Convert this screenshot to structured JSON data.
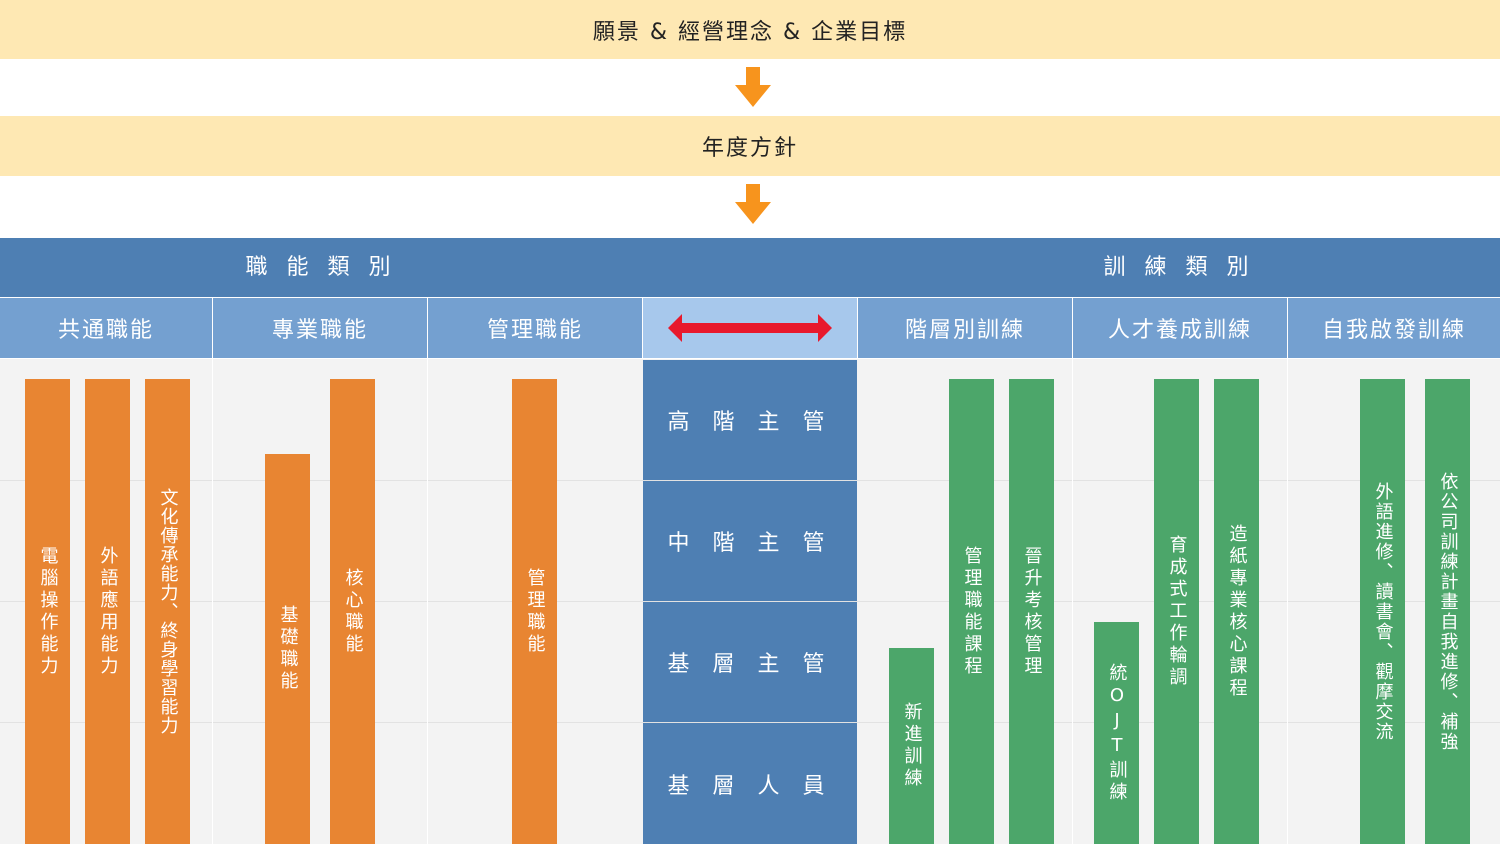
{
  "flow": {
    "vision": "願景 & 經營理念 & 企業目標",
    "annual": "年度方針"
  },
  "header": {
    "function_category": "職 能 類 別",
    "training_category": "訓 練 類 別"
  },
  "subheaders": {
    "common": "共通職能",
    "professional": "專業職能",
    "management": "管理職能",
    "hierarchy": "階層別訓練",
    "talent": "人才養成訓練",
    "self": "自我啟發訓練"
  },
  "levels": [
    "高 階 主 管",
    "中 階 主 管",
    "基 層 主 管",
    "基 層 人 員"
  ],
  "bars": {
    "common": [
      "電腦操作能力",
      "外語應用能力",
      "文化傳承能力、終身學習能力"
    ],
    "professional": [
      "基礎職能",
      "核心職能"
    ],
    "management": [
      "管理職能"
    ],
    "hierarchy": [
      "新進訓練",
      "管理職能課程",
      "晉升考核管理"
    ],
    "talent": [
      "統OJT訓練",
      "育成式工作輪調",
      "造紙專業核心課程"
    ],
    "self": [
      "外語進修、讀書會、觀摩交流",
      "依公司訓練計畫自我進修、補強"
    ]
  },
  "colors": {
    "band": "#fee8b3",
    "arrow": "#f7941d",
    "header_dark": "#4e7fb3",
    "header_light": "#74a0d0",
    "center_light": "#a7c8ec",
    "bar_orange": "#e88532",
    "bar_green": "#4ca66a",
    "double_arrow": "#e8192c"
  }
}
